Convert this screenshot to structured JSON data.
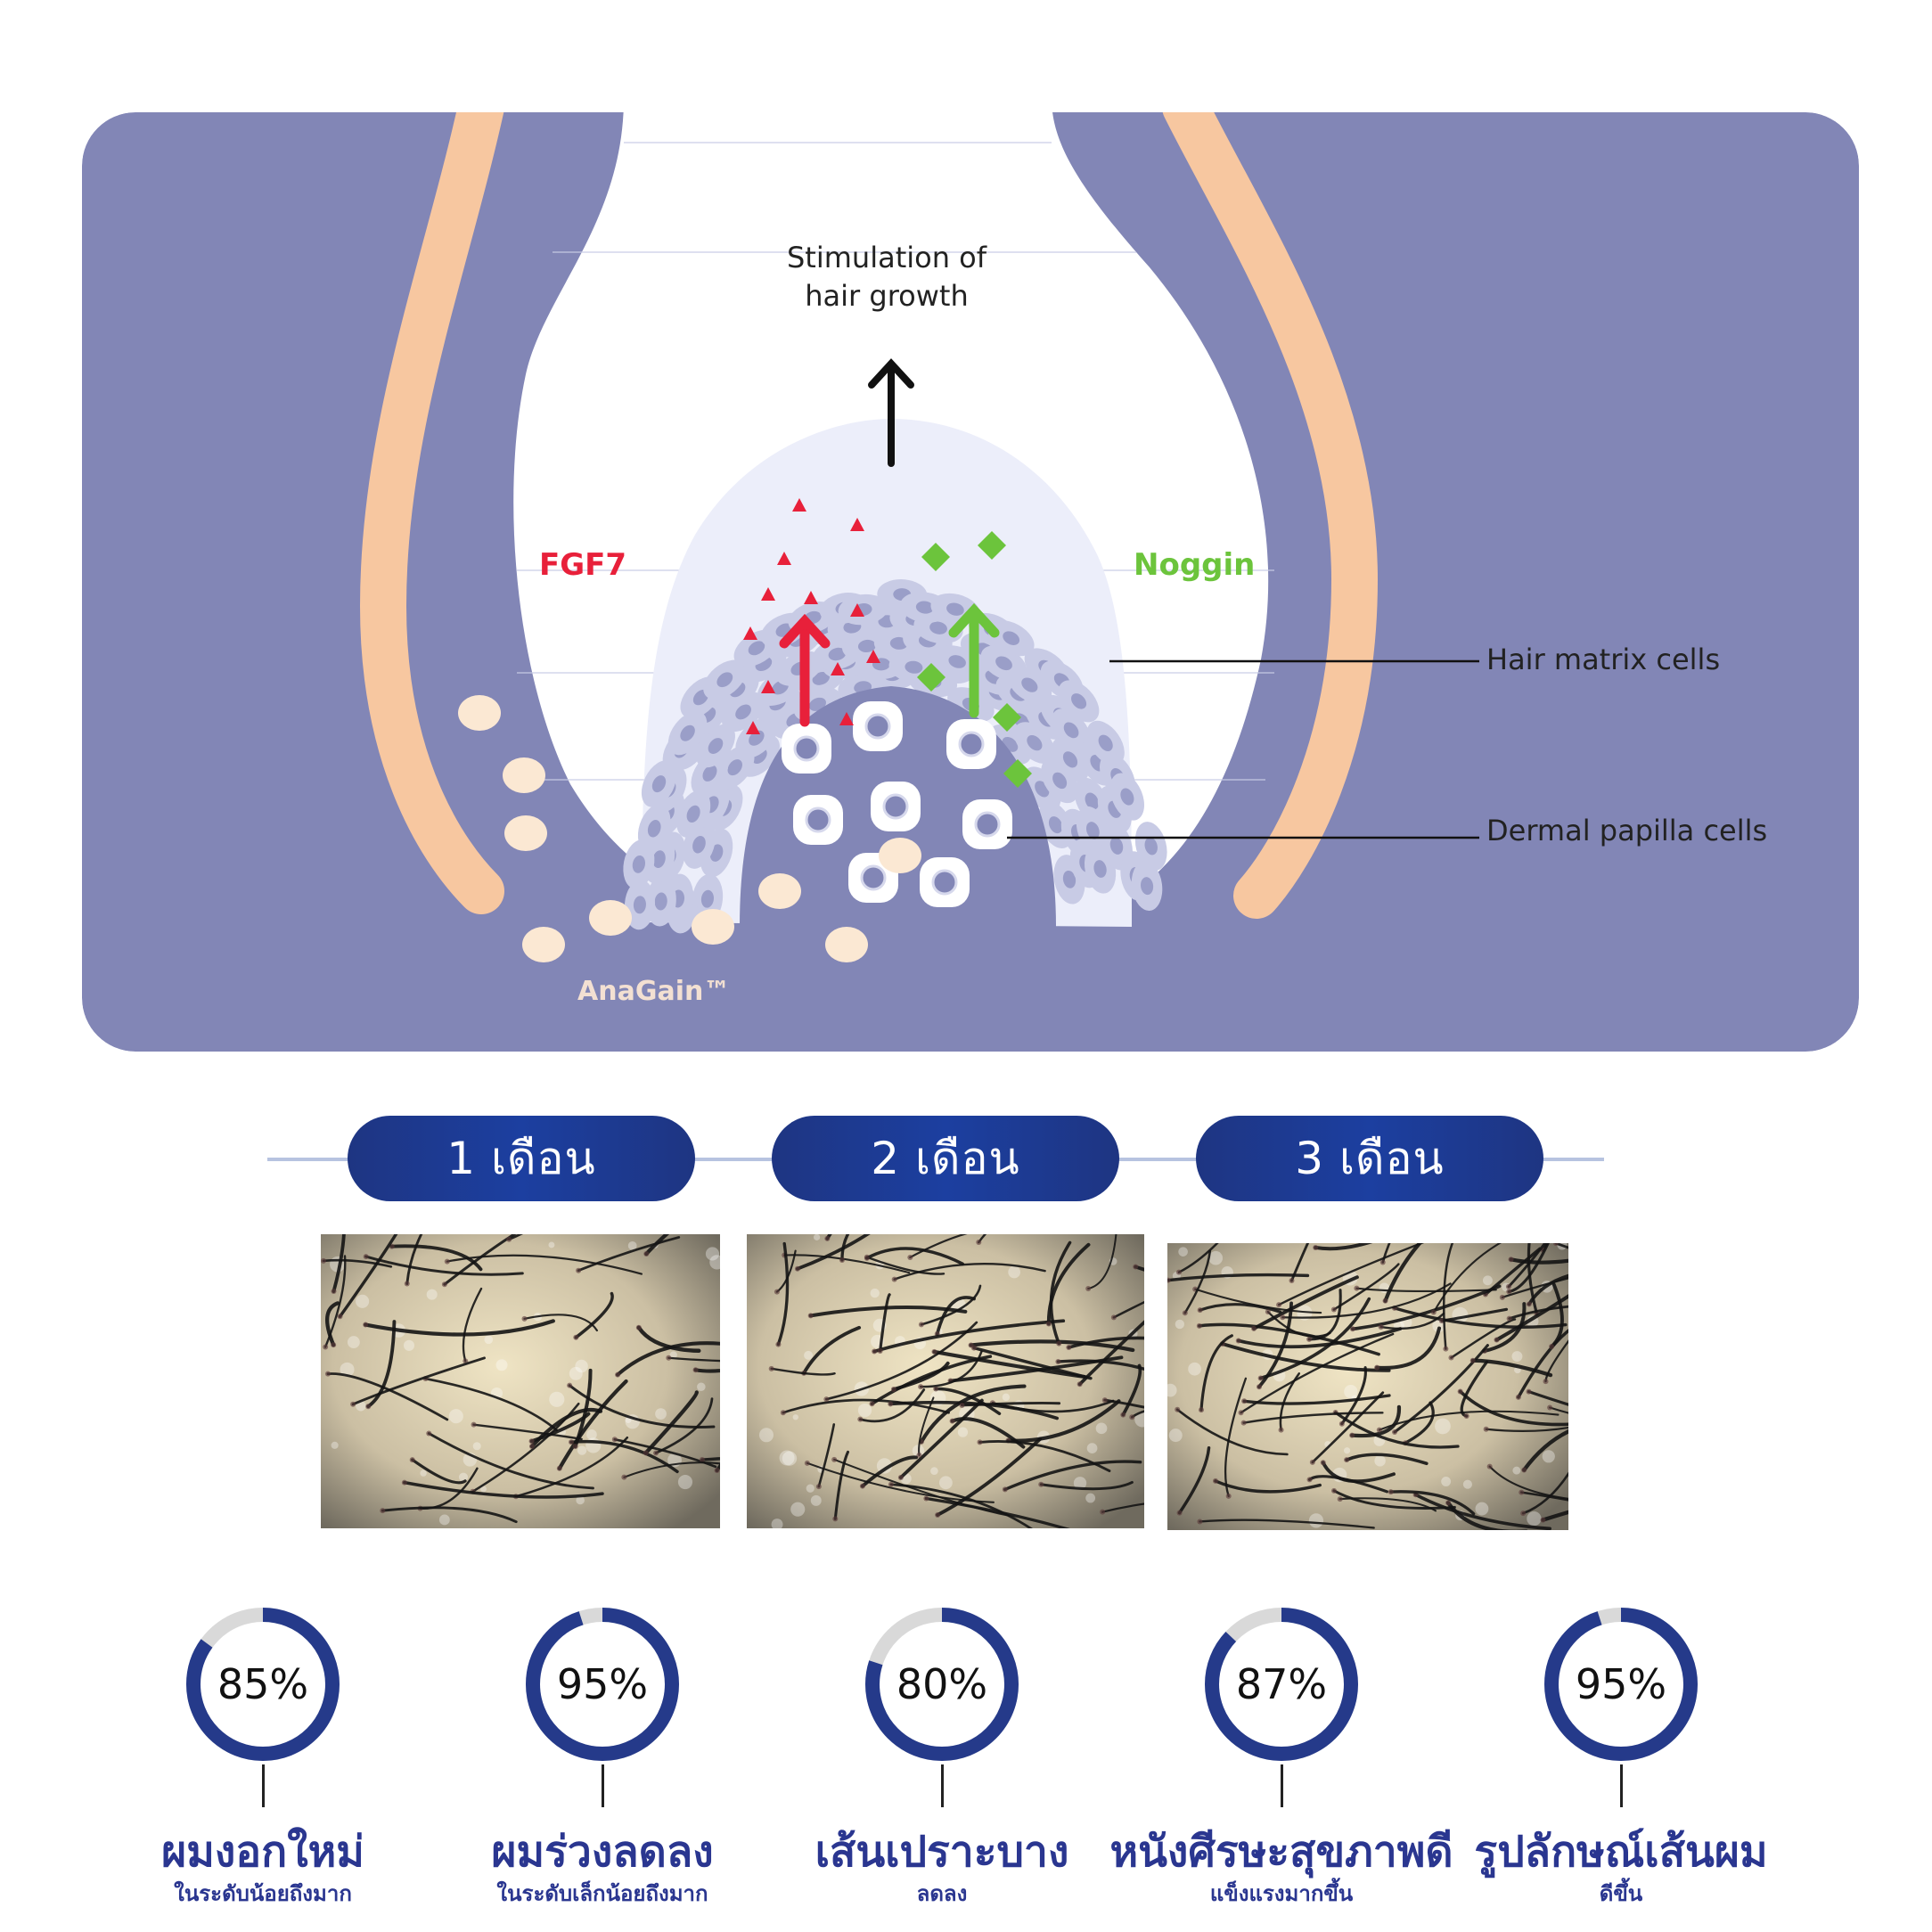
{
  "diagram": {
    "stimulation_line1": "Stimulation of",
    "stimulation_line2": "hair growth",
    "fgf7_label": "FGF7",
    "noggin_label": "Noggin",
    "hair_matrix_label": "Hair matrix cells",
    "dermal_papilla_label": "Dermal papilla cells",
    "anagain_label": "AnaGain™",
    "colors": {
      "panel": "#8286b6",
      "skin": "#f7c7a0",
      "matrix_cell": "#c8cbe5",
      "nucleus": "#9a9ec8",
      "fgf7": "#e8203a",
      "noggin": "#6cc43c",
      "anagain_dot": "#fbe8d3"
    }
  },
  "timeline": {
    "months": [
      "1 เดือน",
      "2 เดือน",
      "3 เดือน"
    ],
    "photo_icons": [
      "scalp-photo-month-1",
      "scalp-photo-month-2",
      "scalp-photo-month-3"
    ]
  },
  "stats": [
    {
      "percent": 85,
      "label": "85%",
      "title": "ผมงอกใหม่",
      "subtitle": "ในระดับน้อยถึงมาก"
    },
    {
      "percent": 95,
      "label": "95%",
      "title": "ผมร่วงลดลง",
      "subtitle": "ในระดับเล็กน้อยถึงมาก"
    },
    {
      "percent": 80,
      "label": "80%",
      "title": "เส้นเปราะบาง",
      "subtitle": "ลดลง"
    },
    {
      "percent": 87,
      "label": "87%",
      "title": "หนังศีรษะสุขภาพดี",
      "subtitle": "แข็งแรงมากขึ้น"
    },
    {
      "percent": 95,
      "label": "95%",
      "title": "รูปลักษณ์เส้นผม",
      "subtitle": "ดีขึ้น"
    }
  ],
  "colors": {
    "ring_fill": "#253a8a",
    "ring_track": "#d9d9d9",
    "accent": "#1c3fa0"
  }
}
